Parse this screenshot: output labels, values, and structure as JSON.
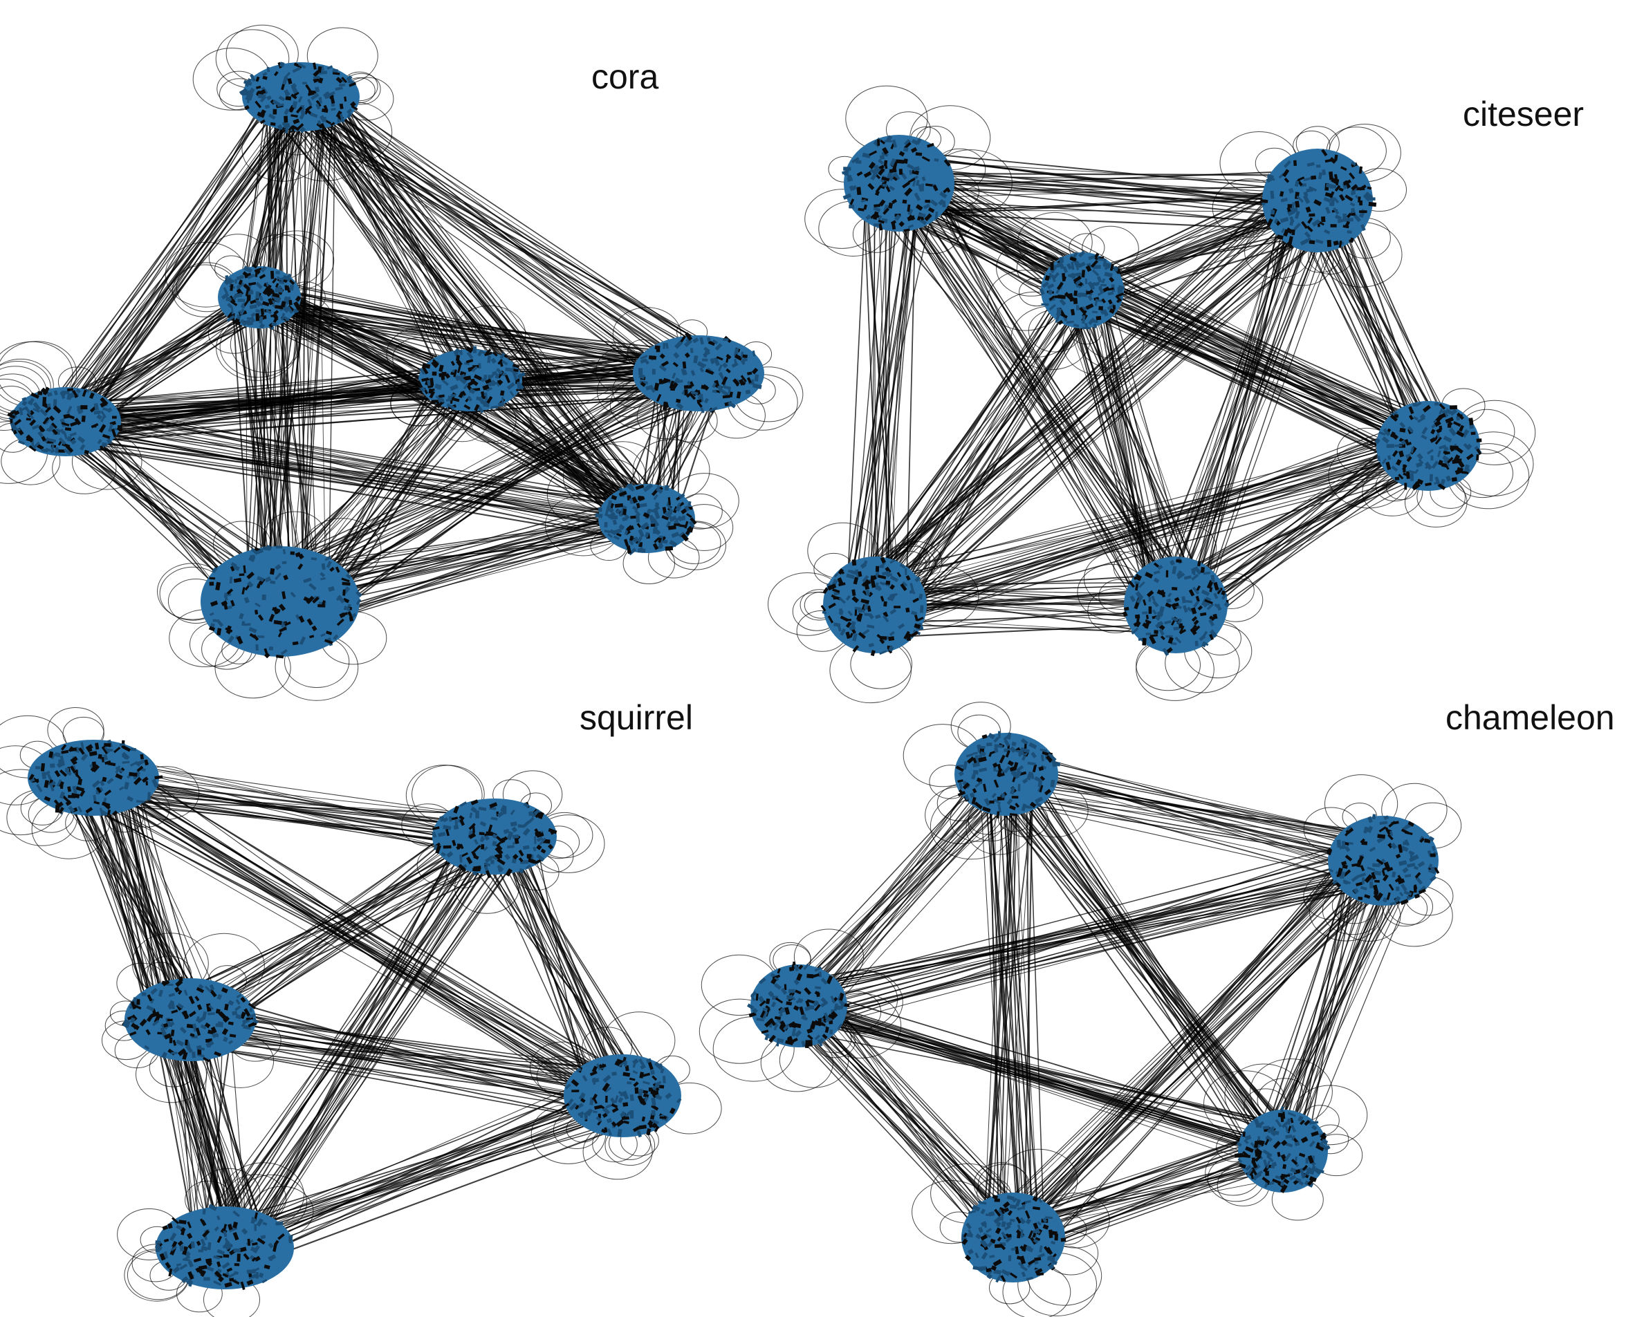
{
  "colors": {
    "node": "#2a6fa3",
    "node_dark": "#1c4f78",
    "edge": "#000000",
    "background": "#ffffff"
  },
  "panels": [
    {
      "id": "cora",
      "title": "cora",
      "cluster_count": 7
    },
    {
      "id": "citeseer",
      "title": "citeseer",
      "cluster_count": 6
    },
    {
      "id": "squirrel",
      "title": "squirrel",
      "cluster_count": 5
    },
    {
      "id": "chameleon",
      "title": "chameleon",
      "cluster_count": 5
    }
  ]
}
